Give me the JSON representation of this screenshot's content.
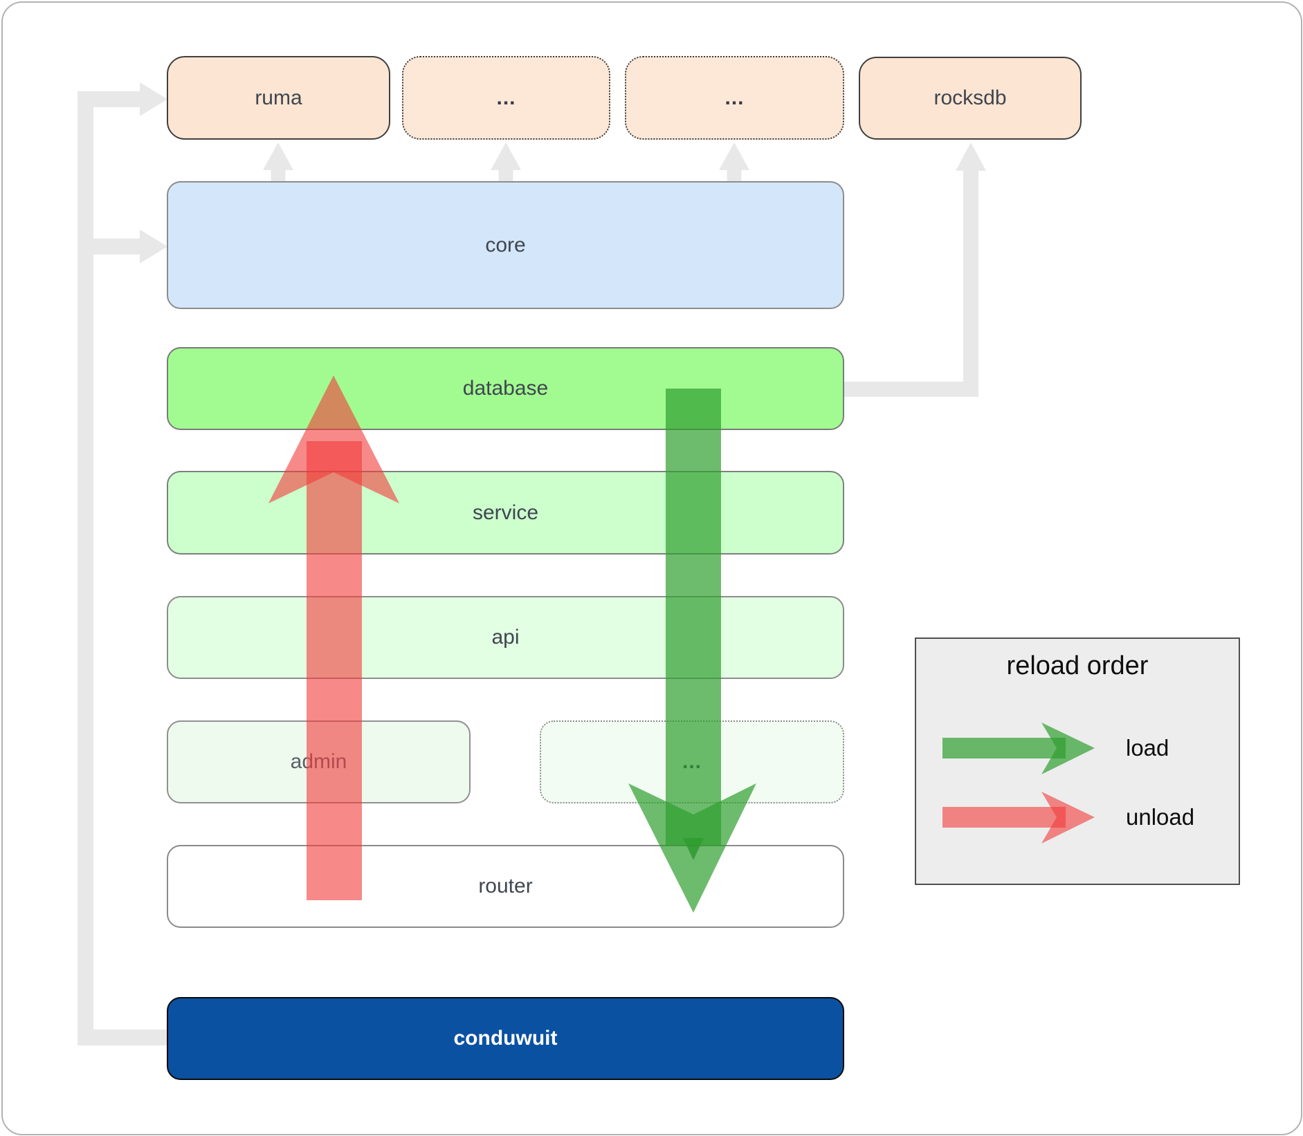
{
  "boxes": {
    "ruma": {
      "label": "ruma"
    },
    "ellipsis_top_1": {
      "label": "..."
    },
    "ellipsis_top_2": {
      "label": "..."
    },
    "rocksdb": {
      "label": "rocksdb"
    },
    "core": {
      "label": "core"
    },
    "database": {
      "label": "database"
    },
    "service": {
      "label": "service"
    },
    "api": {
      "label": "api"
    },
    "admin": {
      "label": "admin"
    },
    "ellipsis_admin": {
      "label": "..."
    },
    "router": {
      "label": "router"
    },
    "conduwuit": {
      "label": "conduwuit"
    }
  },
  "legend": {
    "title": "reload order",
    "load_label": "load",
    "unload_label": "unload"
  },
  "colors": {
    "load_arrow_green": "#2f9e2f",
    "unload_arrow_red": "#f23b3b",
    "dependency_connector_gray": "#e8e8e8",
    "conduwuit_fill": "#0b51a1",
    "database_fill": "#a2fb90",
    "core_fill": "#d4e6f9",
    "service_fill": "#ccffcc",
    "api_fill": "#e3ffe3",
    "admin_fill": "#eefaee",
    "module_fill_peach": "#fce5d2"
  }
}
